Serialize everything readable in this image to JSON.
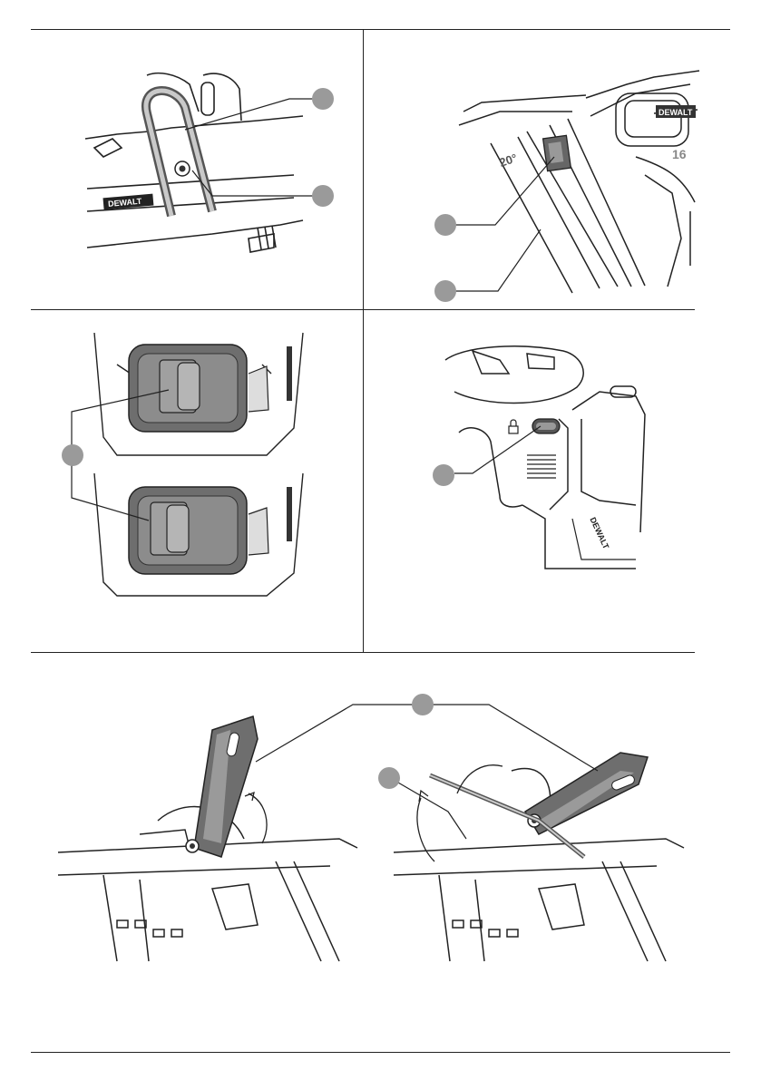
{
  "brand": "DEWALT",
  "magazine": {
    "angle_mark": "20°",
    "model_mark": "16"
  },
  "colors": {
    "callout_fill": "#9a9a9a",
    "line": "#222222",
    "housing_dark": "#6e6e6e",
    "housing_mid": "#8c8c8c"
  },
  "figures": [
    {
      "id": "belt-hook",
      "callouts": 2
    },
    {
      "id": "magazine-pusher",
      "callouts": 2
    },
    {
      "id": "depth-adjust-selector",
      "callouts": 1
    },
    {
      "id": "trigger-lock",
      "callouts": 1,
      "icon": "padlock-icon"
    },
    {
      "id": "nose-latch-open",
      "callouts": 2
    }
  ]
}
